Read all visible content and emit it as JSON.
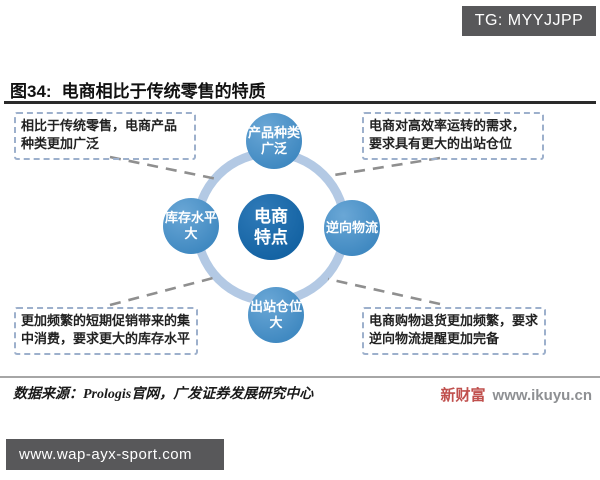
{
  "watermarks": {
    "tg_badge": "TG: MYYJJPP",
    "site_badge": "www.wap-ayx-sport.com"
  },
  "figure": {
    "number_label": "图34:",
    "title": "电商相比于传统零售的特质"
  },
  "diagram": {
    "center": {
      "line1": "电商",
      "line2": "特点"
    },
    "nodes": [
      {
        "id": "top",
        "line1": "产品种类",
        "line2": "广泛"
      },
      {
        "id": "left",
        "line1": "库存水平",
        "line2": "大"
      },
      {
        "id": "right",
        "line1": "逆向物流",
        "line2": ""
      },
      {
        "id": "bottom",
        "line1": "出站仓位",
        "line2": "大"
      }
    ],
    "callouts": [
      {
        "position": "top-left",
        "text": "相比于传统零售，电商产品种类更加广泛"
      },
      {
        "position": "top-right",
        "text": "电商对高效率运转的需求，要求具有更大的出站仓位"
      },
      {
        "position": "bottom-left",
        "text": "更加频繁的短期促销带来的集中消费，要求更大的库存水平"
      },
      {
        "position": "bottom-right",
        "text": "电商购物退货更加频繁，要求逆向物流提醒更加完备"
      }
    ]
  },
  "footer": {
    "source": "数据来源：Prologis官网，广发证券发展研究中心",
    "brand": "新财富",
    "brand_url": "www.ikuyu.cn"
  },
  "colors": {
    "center-blue": "#1463a3",
    "center-blue-light": "#2f7ab8",
    "node-blue": "#4089c1",
    "node-blue-light": "#6aa7d6",
    "ring-blue": "#b3c9e4",
    "callout-border": "#9db0cc",
    "connector-gray": "#8f8f8f",
    "badge-bg": "#58585a",
    "brand-red": "#c0504d",
    "url-gray": "#8e9093"
  }
}
